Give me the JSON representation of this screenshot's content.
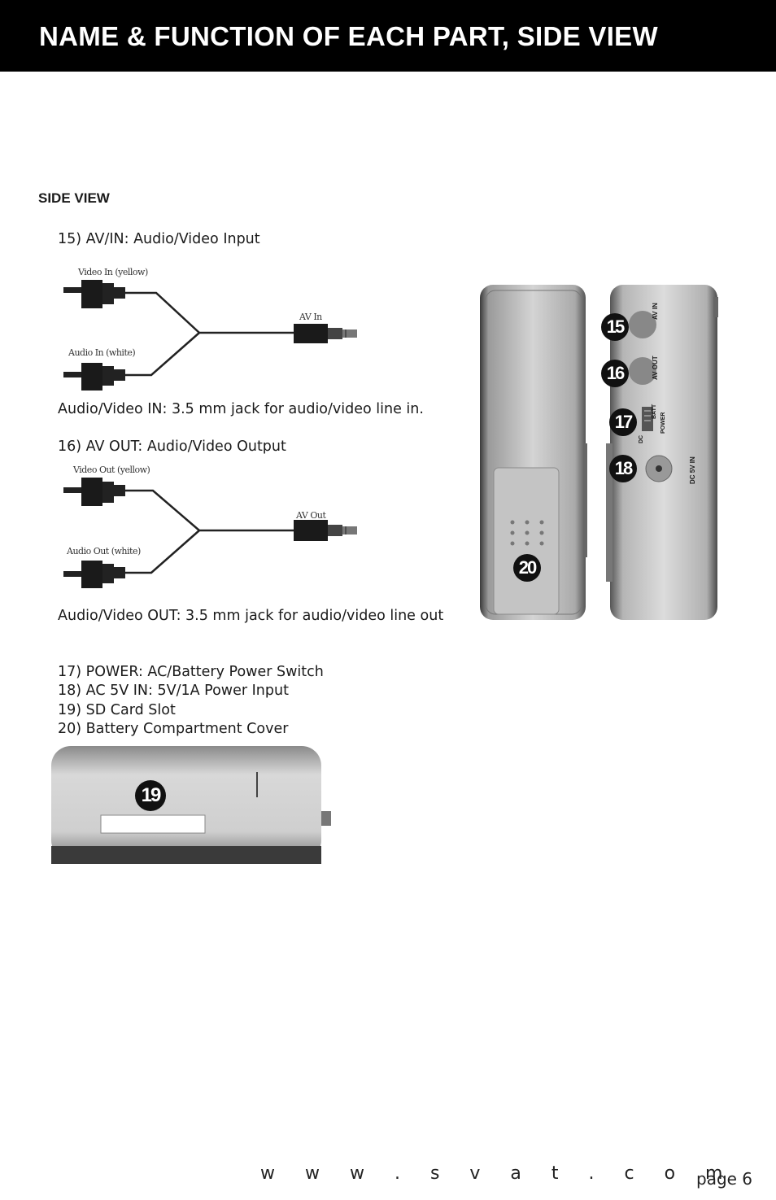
{
  "header": {
    "title": "NAME & FUNCTION OF EACH PART, SIDE VIEW"
  },
  "section": {
    "title": "SIDE VIEW"
  },
  "av_in": {
    "heading": "15) AV/IN: Audio/Video Input",
    "video_label": "Video In (yellow)",
    "audio_label": "Audio In (white)",
    "jack_label": "AV In",
    "description": "Audio/Video IN: 3.5 mm jack for audio/video line in."
  },
  "av_out": {
    "heading": "16) AV OUT: Audio/Video Output",
    "video_label": "Video Out (yellow)",
    "audio_label": "Audio Out (white)",
    "jack_label": "AV Out",
    "description": "Audio/Video OUT: 3.5 mm jack for audio/video line out"
  },
  "parts_list": [
    "17) POWER: AC/Battery Power Switch",
    "18) AC 5V IN: 5V/1A Power Input",
    "19) SD Card Slot",
    "20) Battery Compartment Cover"
  ],
  "device_side": {
    "callouts": [
      "15",
      "16",
      "17",
      "18",
      "20"
    ],
    "port_labels": [
      "AV IN",
      "AV OUT",
      "BATT",
      "POWER",
      "DC",
      "DC 5V IN"
    ]
  },
  "device_bottom": {
    "callout": "19"
  },
  "footer": {
    "url": "w w w . s v a t . c o m",
    "page": "page 6"
  }
}
